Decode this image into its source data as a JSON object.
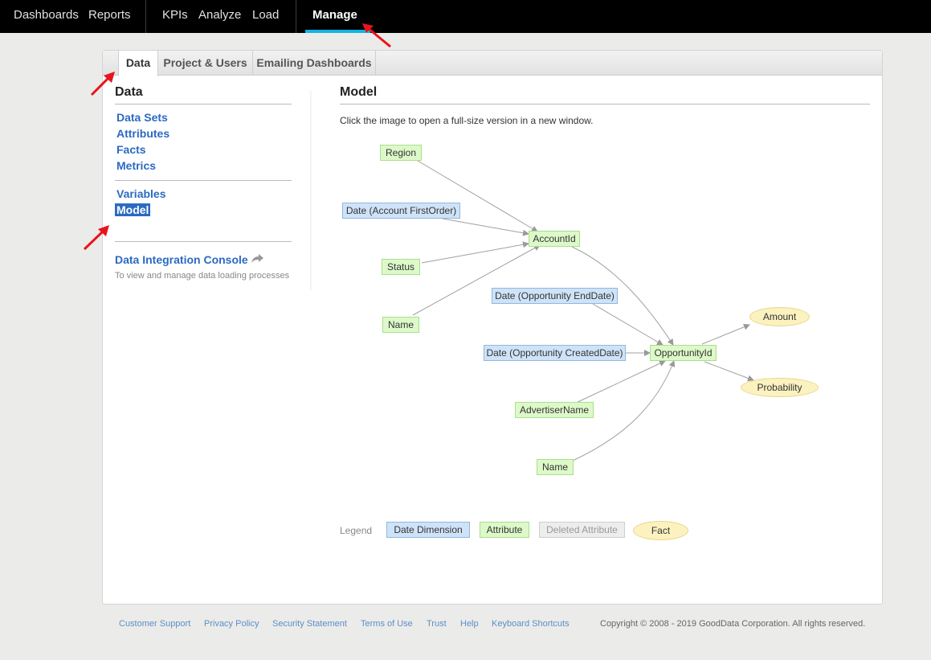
{
  "topnav": {
    "items": [
      {
        "label": "Dashboards"
      },
      {
        "label": "Reports"
      },
      {
        "label": "KPIs"
      },
      {
        "label": "Analyze"
      },
      {
        "label": "Load"
      },
      {
        "label": "Manage"
      }
    ]
  },
  "tabs": [
    {
      "label": "Data"
    },
    {
      "label": "Project & Users"
    },
    {
      "label": "Emailing Dashboards"
    }
  ],
  "sidebar": {
    "title": "Data",
    "links": [
      {
        "label": "Data Sets"
      },
      {
        "label": "Attributes"
      },
      {
        "label": "Facts"
      },
      {
        "label": "Metrics"
      },
      {
        "label": "Variables"
      },
      {
        "label": "Model"
      }
    ],
    "dic_label": "Data Integration Console",
    "dic_note": "To view and manage data loading processes"
  },
  "main": {
    "title": "Model",
    "description": "Click the image to open a full-size version in a new window."
  },
  "diagram": {
    "nodes": [
      {
        "id": "region",
        "label": "Region",
        "type": "attribute"
      },
      {
        "id": "date_first",
        "label": "Date (Account FirstOrder)",
        "type": "date"
      },
      {
        "id": "accountid",
        "label": "AccountId",
        "type": "attribute"
      },
      {
        "id": "status",
        "label": "Status",
        "type": "attribute"
      },
      {
        "id": "name1",
        "label": "Name",
        "type": "attribute"
      },
      {
        "id": "date_end",
        "label": "Date (Opportunity EndDate)",
        "type": "date"
      },
      {
        "id": "date_created",
        "label": "Date (Opportunity CreatedDate)",
        "type": "date"
      },
      {
        "id": "opportunityid",
        "label": "OpportunityId",
        "type": "attribute"
      },
      {
        "id": "advertiser",
        "label": "AdvertiserName",
        "type": "attribute"
      },
      {
        "id": "name2",
        "label": "Name",
        "type": "attribute"
      },
      {
        "id": "amount",
        "label": "Amount",
        "type": "fact"
      },
      {
        "id": "probability",
        "label": "Probability",
        "type": "fact"
      }
    ],
    "edges": [
      [
        "region",
        "accountid"
      ],
      [
        "date_first",
        "accountid"
      ],
      [
        "status",
        "accountid"
      ],
      [
        "name1",
        "accountid"
      ],
      [
        "accountid",
        "opportunityid"
      ],
      [
        "date_end",
        "opportunityid"
      ],
      [
        "date_created",
        "opportunityid"
      ],
      [
        "advertiser",
        "opportunityid"
      ],
      [
        "name2",
        "opportunityid"
      ],
      [
        "opportunityid",
        "amount"
      ],
      [
        "opportunityid",
        "probability"
      ]
    ]
  },
  "legend": {
    "label": "Legend",
    "items": [
      {
        "label": "Date Dimension",
        "type": "date"
      },
      {
        "label": "Attribute",
        "type": "attribute"
      },
      {
        "label": "Deleted Attribute",
        "type": "deleted"
      },
      {
        "label": "Fact",
        "type": "fact"
      }
    ]
  },
  "footer": {
    "links": [
      {
        "label": "Customer Support"
      },
      {
        "label": "Privacy Policy"
      },
      {
        "label": "Security Statement"
      },
      {
        "label": "Terms of Use"
      },
      {
        "label": "Trust"
      },
      {
        "label": "Help"
      },
      {
        "label": "Keyboard Shortcuts"
      }
    ],
    "copyright": "Copyright © 2008 - 2019 GoodData Corporation. All rights reserved."
  },
  "colors": {
    "link": "#2b6ac2",
    "attribute_fill": "#ddf9c9",
    "date_fill": "#cfe3f8",
    "fact_fill": "#fbf2c0",
    "active_bar": "#14b2e2",
    "annotation_arrow": "#e8141b"
  }
}
